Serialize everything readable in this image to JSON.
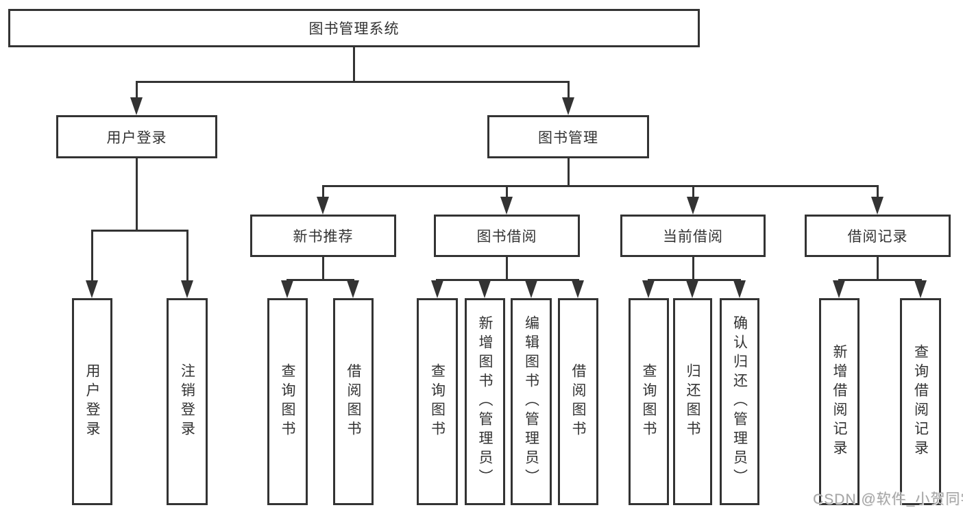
{
  "title": "图书管理系统",
  "colors": {
    "line": "#333333",
    "text": "#333333",
    "box_background": "#ffffff",
    "page_background": "#ffffff",
    "watermark": "#a5a5a5"
  },
  "tree": {
    "root": {
      "label": "图书管理系统"
    },
    "children": [
      {
        "label": "用户登录",
        "children": [
          {
            "label": "用户登录"
          },
          {
            "label": "注销登录"
          }
        ]
      },
      {
        "label": "图书管理",
        "children": [
          {
            "label": "新书推荐",
            "children": [
              {
                "label": "查询图书"
              },
              {
                "label": "借阅图书"
              }
            ]
          },
          {
            "label": "图书借阅",
            "children": [
              {
                "label": "查询图书"
              },
              {
                "label": "新增图书（管理员）"
              },
              {
                "label": "编辑图书（管理员）"
              },
              {
                "label": "借阅图书"
              }
            ]
          },
          {
            "label": "当前借阅",
            "children": [
              {
                "label": "查询图书"
              },
              {
                "label": "归还图书"
              },
              {
                "label": "确认归还（管理员）"
              }
            ]
          },
          {
            "label": "借阅记录",
            "children": [
              {
                "label": "新增借阅记录"
              },
              {
                "label": "查询借阅记录"
              }
            ]
          }
        ]
      }
    ]
  },
  "watermark": "CSDN @软件_小贺同学"
}
